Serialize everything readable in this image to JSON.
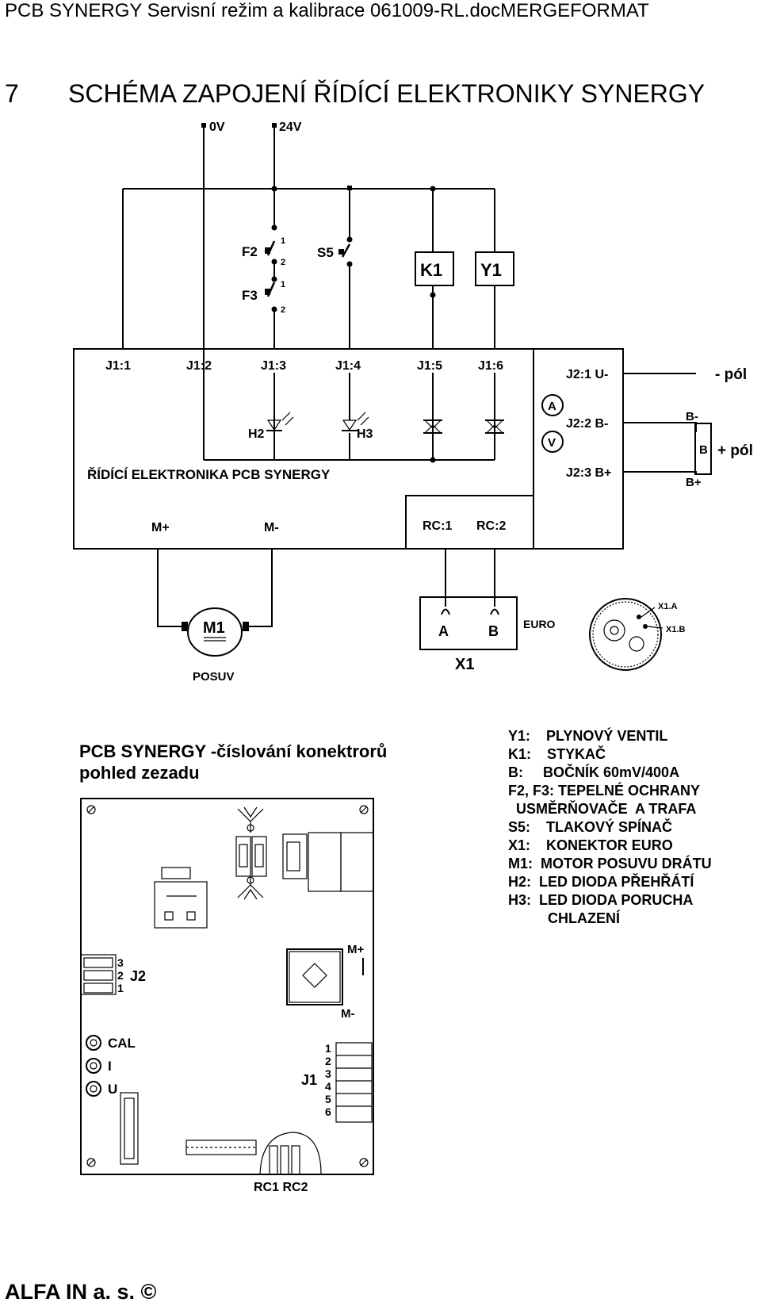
{
  "header": {
    "text": "PCB SYNERGY Servisní režim  a kalibrace 061009-RL.docMERGEFORMAT"
  },
  "section": {
    "number": "7",
    "title": "SCHÉMA ZAPOJENÍ ŘÍDÍCÍ ELEKTRONIKY SYNERGY"
  },
  "schematic": {
    "supply": {
      "v0": "0V",
      "v24": "24V"
    },
    "fuses": {
      "f2": "F2",
      "f3": "F3",
      "pin1": "1",
      "pin2": "2"
    },
    "switch": "S5",
    "relays": {
      "k1": "K1",
      "y1": "Y1"
    },
    "j1": [
      "J1:1",
      "J1:2",
      "J1:3",
      "J1:4",
      "J1:5",
      "J1:6"
    ],
    "leds": {
      "h2": "H2",
      "h3": "H3"
    },
    "j2": {
      "u": "J2:1 U-",
      "b_minus": "J2:2 B-",
      "b_plus": "J2:3 B+"
    },
    "meters": {
      "a": "A",
      "v": "V"
    },
    "pole_minus": "- pól",
    "pole_plus": "+ pól",
    "shunt": {
      "label": "B",
      "minus": "B-",
      "plus": "B+"
    },
    "board_label": "ŘÍDÍCÍ ELEKTRONIKA PCB SYNERGY",
    "motor": {
      "m_plus": "M+",
      "m_minus": "M-",
      "name": "M1",
      "caption": "POSUV"
    },
    "rc": {
      "rc1": "RC:1",
      "rc2": "RC:2"
    },
    "x1": {
      "a": "A",
      "b": "B",
      "euro": "EURO",
      "name": "X1",
      "x1a": "X1.A",
      "x1b": "X1.B"
    }
  },
  "pcb_view": {
    "title_line1": "PCB SYNERGY -číslování konektrorů",
    "title_line2": "pohled zezadu",
    "j2_label": "J2",
    "j2_pins": [
      "3",
      "2",
      "1"
    ],
    "m_plus": "M+",
    "m_minus": "M-",
    "cal": "CAL",
    "i": "I",
    "u": "U",
    "j1_label": "J1",
    "j1_pins": [
      "1",
      "2",
      "3",
      "4",
      "5",
      "6"
    ],
    "rc": "RC1 RC2"
  },
  "legend": [
    "Y1:    PLYNOVÝ VENTIL",
    "K1:    STYKAČ",
    "B:     BOČNÍK 60mV/400A",
    "F2, F3: TEPELNÉ OCHRANY",
    "  USMĚRŇOVAČE  A TRAFA",
    "S5:    TLAKOVÝ SPÍNAČ",
    "X1:    KONEKTOR EURO",
    "M1:  MOTOR POSUVU DRÁTU",
    "H2:  LED DIODA PŘEHŘÁTÍ",
    "H3:  LED DIODA PORUCHA",
    "          CHLAZENÍ"
  ],
  "footer": {
    "text": "ALFA IN a. s. ©"
  }
}
